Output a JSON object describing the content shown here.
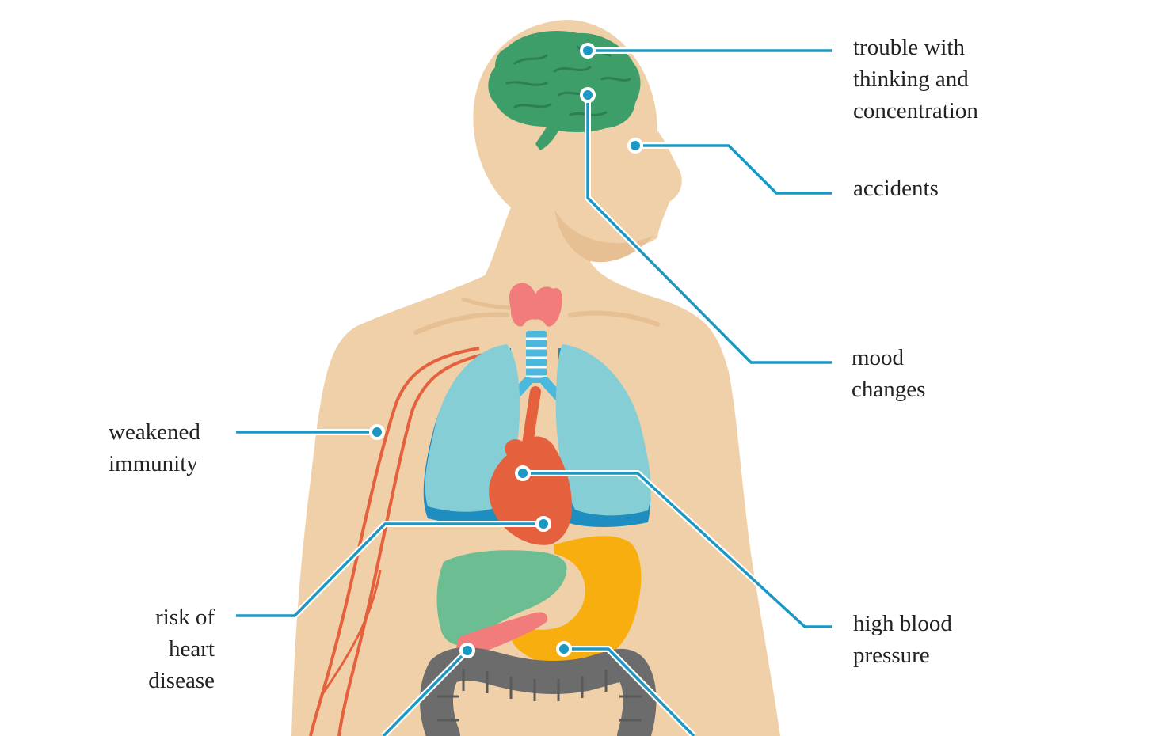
{
  "colors": {
    "skin": "#F0D0A8",
    "skin_shadow": "#E6BF92",
    "brain": "#3E9E6A",
    "brain_dark": "#2E7F52",
    "thyroid": "#F27B7B",
    "trachea": "#4BB8DE",
    "lungs": "#86CED6",
    "lungs_dark": "#1E8DBF",
    "heart": "#E5603C",
    "liver": "#6DBD93",
    "stomach": "#F8AE0E",
    "pancreas": "#F27B7B",
    "intestine": "#6C6C6C",
    "vessel": "#E5603C",
    "leader": "#1B97C4"
  },
  "labels": {
    "thinking": [
      "trouble with",
      "thinking and",
      "concentration"
    ],
    "accidents": [
      "accidents"
    ],
    "mood": [
      "mood",
      "changes"
    ],
    "immunity": [
      "weakened",
      "immunity"
    ],
    "heart_disease": [
      "risk of",
      "heart",
      "disease"
    ],
    "blood_pressure": [
      "high blood",
      "pressure"
    ]
  }
}
